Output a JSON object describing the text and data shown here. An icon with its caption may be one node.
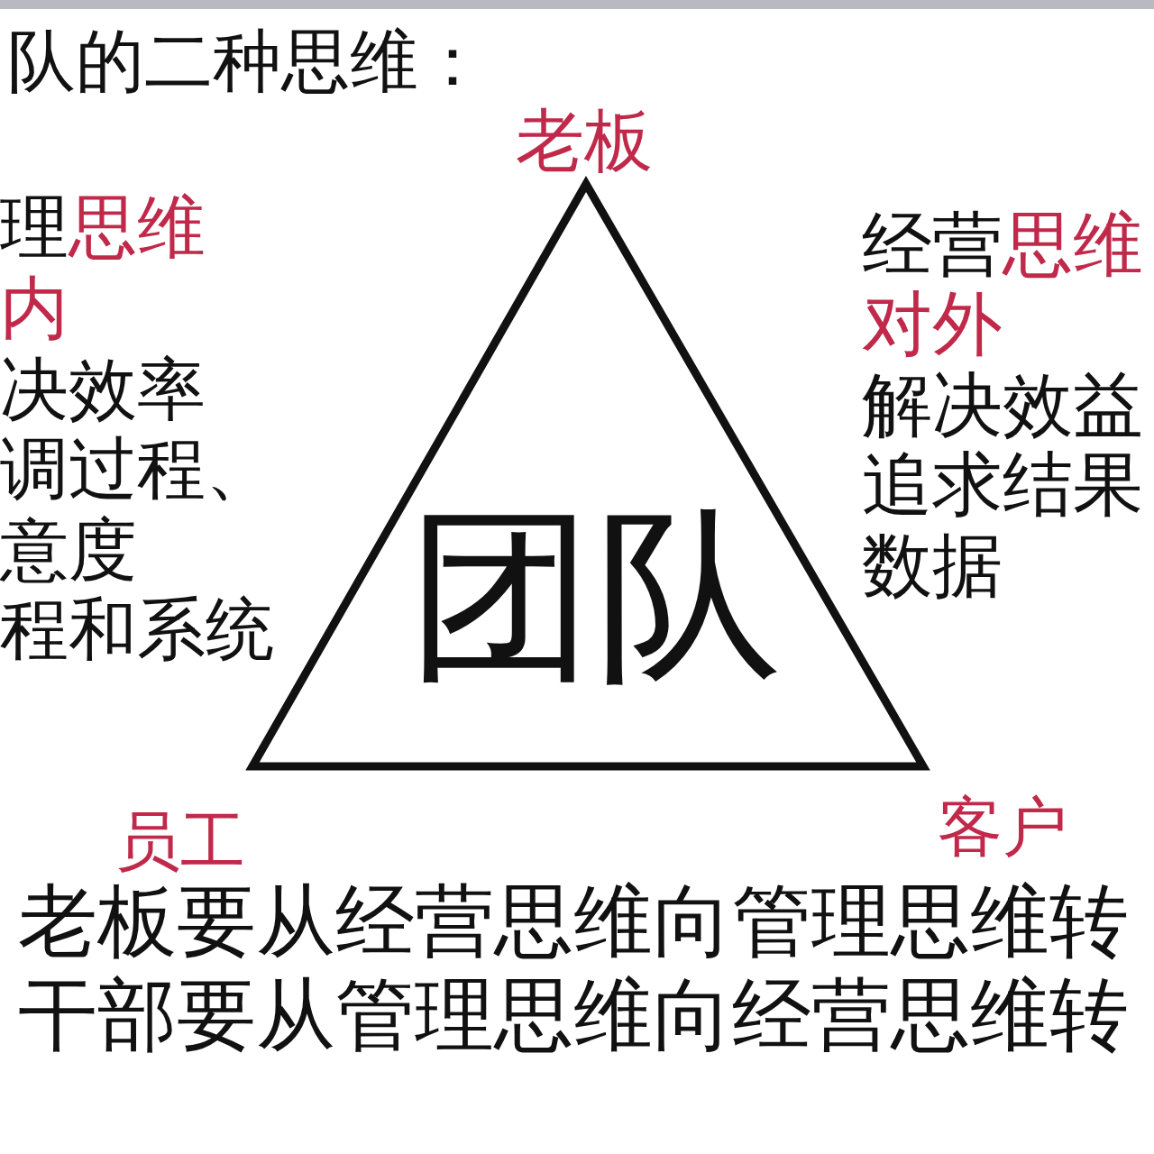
{
  "diagram": {
    "title": "队的二种思维：",
    "nodes": [
      {
        "text": [
          "团队"
        ],
        "beside": [
          "老板",
          "员工",
          "客户"
        ]
      }
    ],
    "labels": [
      "理**思维**",
      "内",
      "决效率",
      "调过程、",
      "意度",
      "程和系统",
      "经营**思维**",
      "对外",
      "解决效益",
      "追求结果",
      "数据",
      "老板要从经营思维向管理思维转",
      "干部要从管理思维向经营思维转"
    ]
  }
}
